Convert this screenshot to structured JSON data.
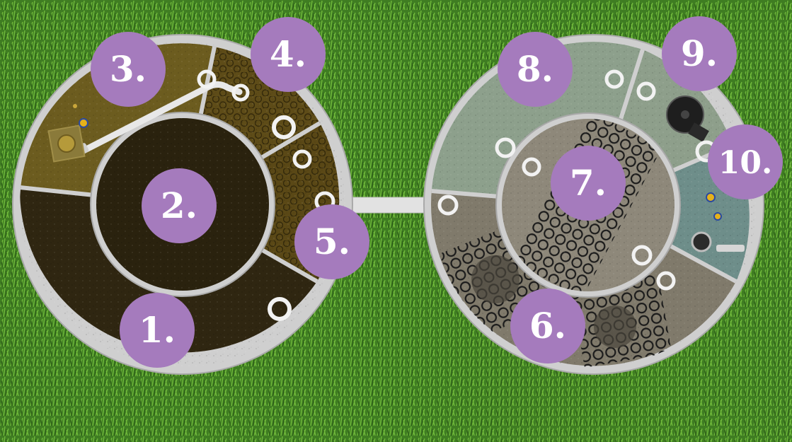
{
  "diagram": {
    "colors": {
      "grass": "#3d7a22",
      "badge": "#a57bbd",
      "badge_text": "#ffffff",
      "tank_wall": "#c7c7c7",
      "sludge_dark": "#2e2410",
      "sludge_mid": "#3a2c0f",
      "olive_chamber": "#6b5a1e",
      "brown_media": "#5c4a18",
      "sage": "#8fa38f",
      "grey_sand": "#7d7768",
      "teal": "#6f8f8c",
      "pipe": "#e8e8e8"
    },
    "labels": [
      {
        "id": "1",
        "text": "1."
      },
      {
        "id": "2",
        "text": "2."
      },
      {
        "id": "3",
        "text": "3."
      },
      {
        "id": "4",
        "text": "4."
      },
      {
        "id": "5",
        "text": "5."
      },
      {
        "id": "6",
        "text": "6."
      },
      {
        "id": "7",
        "text": "7."
      },
      {
        "id": "8",
        "text": "8."
      },
      {
        "id": "9",
        "text": "9."
      },
      {
        "id": "10",
        "text": "10."
      }
    ]
  }
}
